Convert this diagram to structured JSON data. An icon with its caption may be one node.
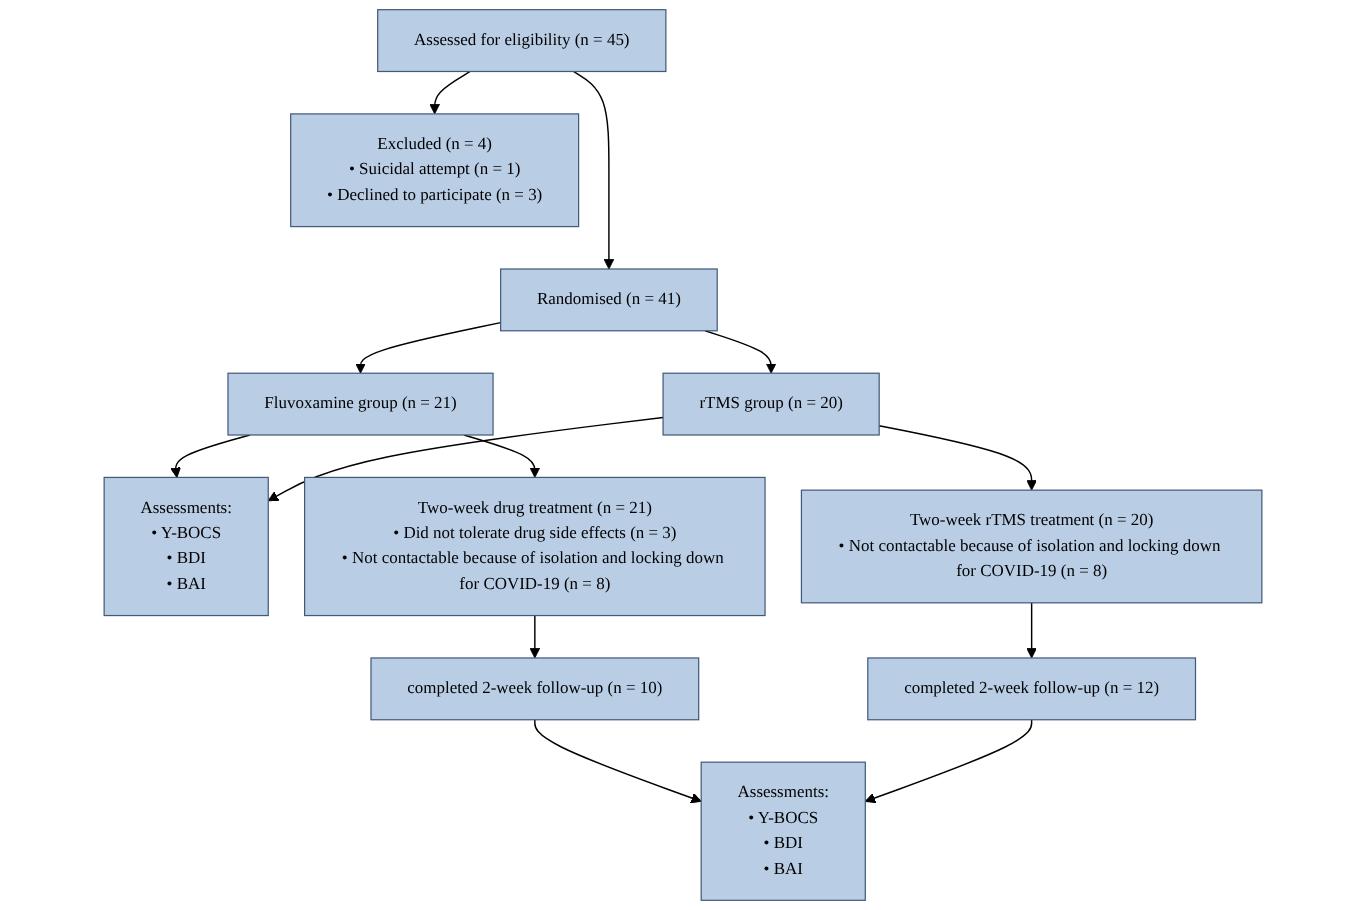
{
  "diagram": {
    "nodes": [
      {
        "text": [
          "Assessed for eligibility (n = 45)"
        ]
      },
      {
        "text": [
          "Excluded (n = 4)",
          "• Suicidal attempt (n = 1)",
          "• Declined to participate (n = 3)"
        ]
      },
      {
        "text": [
          "Randomised (n = 41)"
        ]
      },
      {
        "text": [
          "Fluvoxamine group (n = 21)"
        ]
      },
      {
        "text": [
          "Assessments:",
          "• Y-BOCS",
          "• BDI",
          "• BAI"
        ]
      },
      {
        "text": [
          "rTMS group (n = 20)"
        ]
      },
      {
        "text": [
          "Two-week drug treatment (n = 21)",
          "• Did not tolerate drug side effects (n = 3)",
          "• Not contactable because of isolation and locking down for COVID-19 (n = 8)"
        ]
      },
      {
        "text": [
          "Two-week rTMS treatment (n = 20)",
          "• Not contactable because of isolation and locking down for COVID-19 (n = 8)"
        ]
      },
      {
        "text": [
          "completed 2-week follow-up (n = 10)"
        ]
      },
      {
        "text": [
          "Assessments:",
          "• Y-BOCS",
          "• BDI",
          "• BAI"
        ]
      },
      {
        "text": [
          "completed 2-week follow-up (n = 12)"
        ]
      }
    ],
    "edges": [
      {
        "from": 0,
        "to": 2,
        "arrow": "to"
      },
      {
        "from": 0,
        "to": 1,
        "arrow": "to"
      },
      {
        "from": 2,
        "to": 3,
        "arrow": "to"
      },
      {
        "from": 2,
        "to": 5,
        "arrow": "to"
      },
      {
        "from": 3,
        "to": 4,
        "arrow": "to"
      },
      {
        "from": 5,
        "to": 4,
        "arrow": "to"
      },
      {
        "from": 3,
        "to": 6,
        "arrow": "to"
      },
      {
        "from": 5,
        "to": 7,
        "arrow": "to"
      },
      {
        "from": 6,
        "to": 8,
        "arrow": "to"
      },
      {
        "from": 7,
        "to": 10,
        "arrow": "to"
      },
      {
        "from": 8,
        "to": 9,
        "arrow": "to"
      },
      {
        "from": 10,
        "to": 9,
        "arrow": "to"
      }
    ]
  }
}
